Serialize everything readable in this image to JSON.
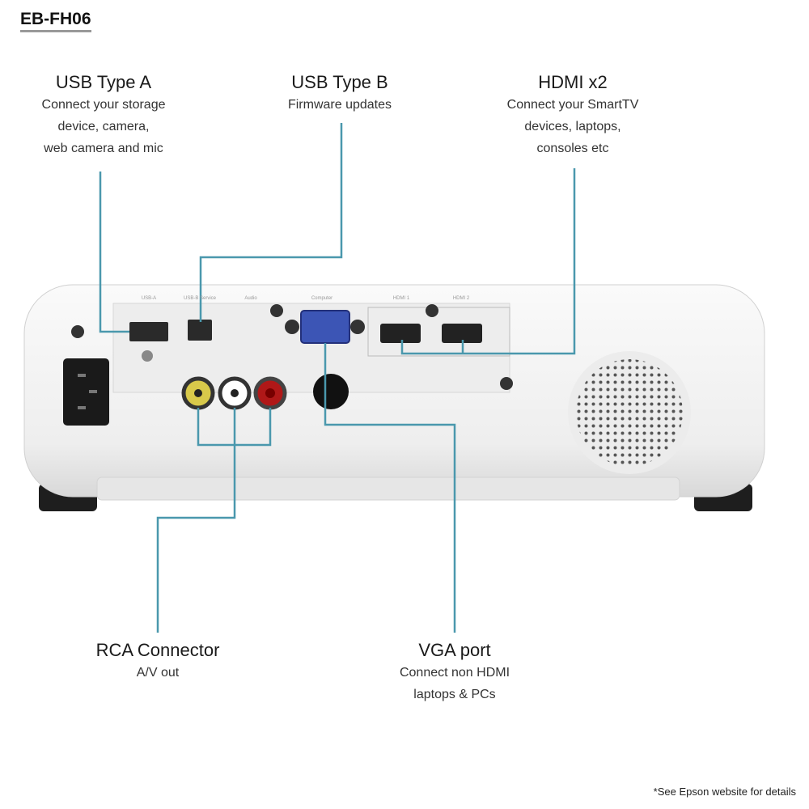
{
  "model": "EB-FH06",
  "callouts": {
    "usb_a": {
      "title": "USB Type A",
      "lines": [
        "Connect your storage",
        "device, camera,",
        "web camera and mic"
      ]
    },
    "usb_b": {
      "title": "USB Type B",
      "lines": [
        "Firmware updates"
      ]
    },
    "hdmi": {
      "title": "HDMI x2",
      "lines": [
        "Connect your SmartTV",
        "devices, laptops,",
        "consoles etc"
      ]
    },
    "rca": {
      "title": "RCA Connector",
      "lines": [
        "A/V out"
      ]
    },
    "vga": {
      "title": "VGA port",
      "lines": [
        "Connect non HDMI",
        "laptops & PCs"
      ]
    }
  },
  "port_labels": [
    "USB-A",
    "USB-B Service",
    "Audio",
    "Computer",
    "HDMI 1",
    "HDMI 2"
  ],
  "footnote": "*See Epson website for details",
  "colors": {
    "leader_line": "#4a98ad",
    "body": "#f2f2f2"
  }
}
